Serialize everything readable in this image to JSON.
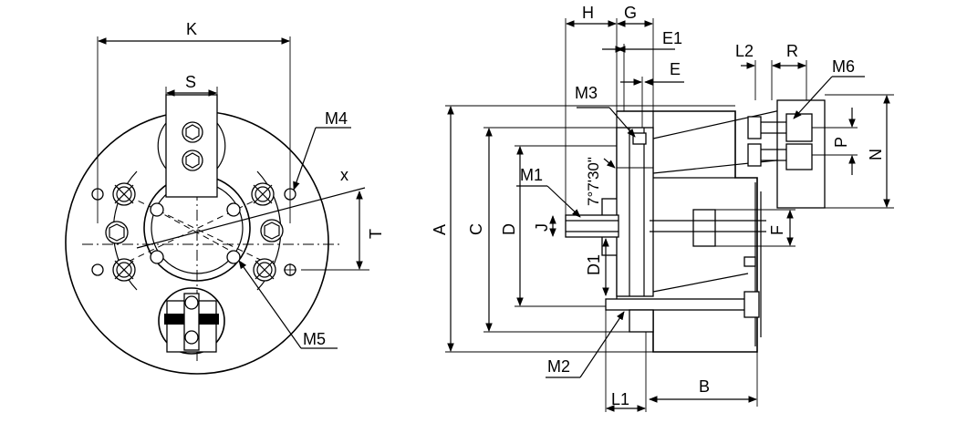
{
  "labels": {
    "K": "K",
    "S": "S",
    "M4": "M4",
    "x": "x",
    "T": "T",
    "M5": "M5",
    "H": "H",
    "G": "G",
    "E1": "E1",
    "E": "E",
    "L2": "L2",
    "R": "R",
    "M6": "M6",
    "M3": "M3",
    "angle": "7°7'30\"",
    "M1": "M1",
    "A": "A",
    "C": "C",
    "D": "D",
    "J": "J",
    "D1": "D1",
    "F": "F",
    "P": "P",
    "N": "N",
    "M2": "M2",
    "B": "B",
    "L1": "L1"
  }
}
